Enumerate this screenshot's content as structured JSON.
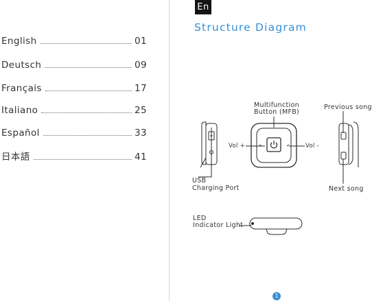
{
  "toc": [
    {
      "label": "English",
      "page": "01"
    },
    {
      "label": "Deutsch",
      "page": "09"
    },
    {
      "label": "Français",
      "page": "17"
    },
    {
      "label": "Italiano",
      "page": "25"
    },
    {
      "label": "Español",
      "page": "33"
    },
    {
      "label": "日本語",
      "page": "41"
    }
  ],
  "badge": "En",
  "heading": "Structure Diagram",
  "labels": {
    "mfb_line1": "Multifunction",
    "mfb_line2": "Button (MFB)",
    "previous_song": "Previous  song",
    "vol_plus": "Vol +",
    "vol_minus": "Vol -",
    "usb_line1": "USB",
    "usb_line2": "Charging Port",
    "next_song": "Next  song",
    "led_line1": "LED",
    "led_line2": "Indicator Light"
  },
  "page_number": "1",
  "colors": {
    "accent": "#3a8fd6",
    "badge_bg": "#141414"
  },
  "icons": [
    "power-icon",
    "usb-icon",
    "arrow-left-icon",
    "arrow-right-icon"
  ]
}
